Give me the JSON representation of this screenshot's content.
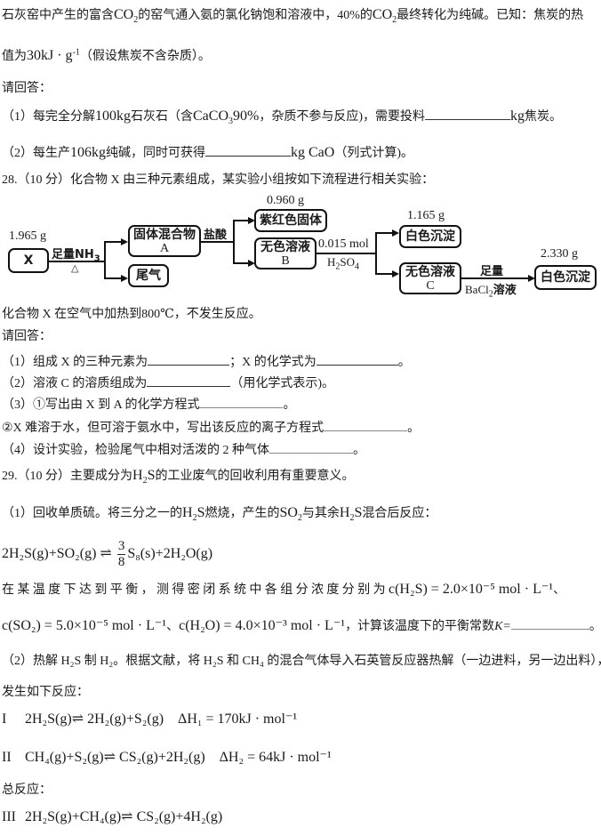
{
  "intro": {
    "line1_a": "石灰窑中产生的富含",
    "line1_co2": "CO",
    "line1_co2_sub": "2",
    "line1_b": "的窑气通入氨的氯化钠饱和溶液中，40%的",
    "line1_co2b": "CO",
    "line1_co2b_sub": "2",
    "line1_c": "最终转化为纯碱。已知：焦炭的热",
    "line2_a": "值为",
    "line2_value": "30kJ · g",
    "line2_sup": "-1",
    "line2_b": "（假设焦炭不含杂质）。",
    "prompt": "请回答："
  },
  "q27": {
    "p1_a": "（1）每完全分解",
    "p1_mass": "100kg",
    "p1_b": "石灰石（含",
    "p1_formula": "CaCO",
    "p1_formula_sub": "3",
    "p1_pct": "90%",
    "p1_c": "，杂质不参与反应)，需要投料",
    "p1_unit": "kg",
    "p1_d": "焦炭。",
    "p2_a": "（2）每生产",
    "p2_mass": "106kg",
    "p2_b": "纯碱，同时可获得",
    "p2_unit": "kg CaO",
    "p2_c": "（列式计算)。"
  },
  "q28": {
    "title": "28.（10 分）化合物 X 由三种元素组成，某实验小组按如下流程进行相关实验：",
    "diagram": {
      "x_mass": "1.965 g",
      "x_label": "X",
      "reagent1_a": "足量NH",
      "reagent1_sub": "3",
      "reagent1_cond": "△",
      "box_a_line1": "固体混合物",
      "box_a_line2": "A",
      "box_tail_gas": "尾气",
      "reagent2": "盐酸",
      "purple_mass": "0.960 g",
      "box_purple": "紫红色固体",
      "box_b_line1": "无色溶液",
      "box_b_line2": "B",
      "reagent3_a": "0.015 mol",
      "reagent3_b": "H",
      "reagent3_b_sub": "2",
      "reagent3_c": "SO",
      "reagent3_c_sub": "4",
      "white1_mass": "1.165 g",
      "box_white1": "白色沉淀",
      "box_c_line1": "无色溶液",
      "box_c_line2": "C",
      "reagent4_a": "足量",
      "reagent4_b": "BaCl",
      "reagent4_b_sub": "2",
      "reagent4_c": "溶液",
      "white2_mass": "2.330 g",
      "box_white2": "白色沉淀"
    },
    "note": "化合物 X 在空气中加热到800℃，不发生反应。",
    "prompt": "请回答：",
    "p1_a": "（1）组成 X 的三种元素为",
    "p1_b": "；X 的化学式为",
    "p1_c": "。",
    "p2_a": "（2）溶液 C 的溶质组成为",
    "p2_b": "（用化学式表示)。",
    "p3_a": "（3）①写出由 X 到 A 的化学方程式",
    "p3_b": "。",
    "p3_2a": "②X 难溶于水，但可溶于氨水中，写出该反应的离子方程式",
    "p3_2b": "。",
    "p4_a": "（4）设计实验，检验尾气中相对活泼的 2 种气体",
    "p4_b": "。"
  },
  "q29": {
    "title_a": "29.（10 分）主要成分为",
    "title_f": "H",
    "title_f_sub": "2",
    "title_f2": "S",
    "title_b": "的工业废气的回收利用有重要意义。",
    "p1_a": "（1）回收单质硫。将三分之一的",
    "p1_h2s": "H",
    "p1_h2s_sub": "2",
    "p1_h2s2": "S",
    "p1_b": "燃烧，产生的",
    "p1_so2": "SO",
    "p1_so2_sub": "2",
    "p1_c": "与其余",
    "p1_d": "混合后反应：",
    "eq1_left": "2H₂S(g)+SO₂(g)",
    "eq1_arrow": "⇌",
    "eq1_frac_num": "3",
    "eq1_frac_den": "8",
    "eq1_right": "S₈(s)+2H₂O(g)",
    "eq_line1": "在某温度下达到平衡，测得密闭系统中各组分浓度分别为",
    "c_h2s": "c(H₂S) = 2.0×10⁻⁵ mol · L⁻¹",
    "sep1": "、",
    "c_so2": "c(SO₂) = 5.0×10⁻⁵ mol · L⁻¹",
    "sep2": "、",
    "c_h2o": "c(H₂O) = 4.0×10⁻³ mol · L⁻¹",
    "k_text": "，计算该温度下的平衡常数",
    "k_label": "K=",
    "k_end": "。",
    "p2_line1": "（2）热解 H₂S 制 H₂。根据文献，将 H₂S 和 CH₄ 的混合气体导入石英管反应器热解（一边进料，另一边出料），",
    "p2_line2": "发生如下反应：",
    "r1_num": "I",
    "r1_eq": "2H₂S(g)⇌ 2H₂(g)+S₂(g)",
    "r1_dh": "ΔH₁ = 170kJ · mol⁻¹",
    "r2_num": "II",
    "r2_eq": "CH₄(g)+S₂(g)⇌ CS₂(g)+2H₂(g)",
    "r2_dh": "ΔH₂ = 64kJ · mol⁻¹",
    "total_label": "总反应：",
    "r3_num": "III",
    "r3_eq": "2H₂S(g)+CH₄(g)⇌ CS₂(g)+4H₂(g)"
  }
}
